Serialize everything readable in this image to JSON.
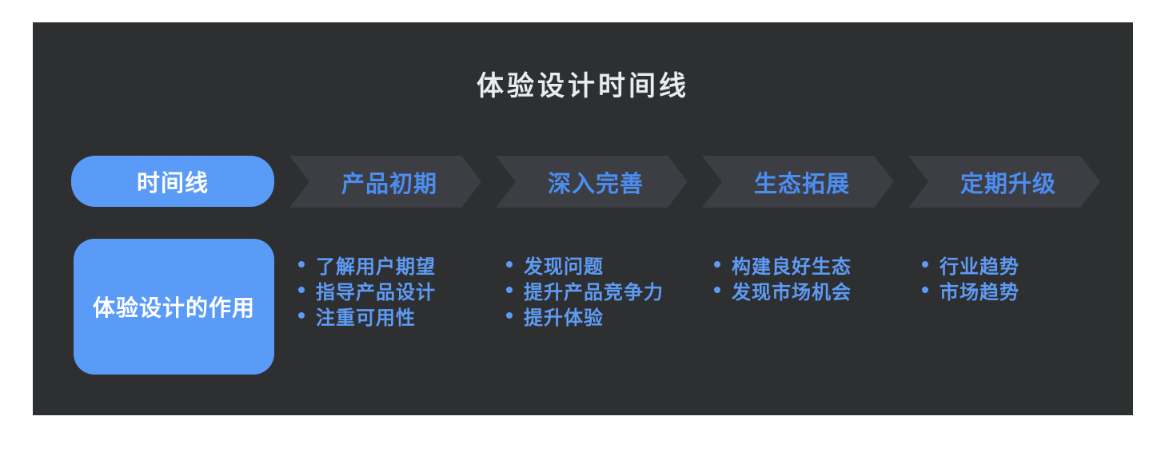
{
  "title": "体验设计时间线",
  "legend": {
    "timeline_label": "时间线",
    "role_label": "体验设计的作用"
  },
  "stages": [
    {
      "label": "产品初期",
      "items": [
        "了解用户期望",
        "指导产品设计",
        "注重可用性"
      ]
    },
    {
      "label": "深入完善",
      "items": [
        "发现问题",
        "提升产品竞争力",
        "提升体验"
      ]
    },
    {
      "label": "生态拓展",
      "items": [
        "构建良好生态",
        "发现市场机会"
      ]
    },
    {
      "label": "定期升级",
      "items": [
        "行业趋势",
        "市场趋势"
      ]
    }
  ],
  "colors": {
    "panel_bg": "#2e2f31",
    "chevron_bg": "#3c3e43",
    "accent_blue": "#5a9bf8",
    "stage_text_blue": "#4c8df1",
    "bullet_text_blue": "#5e9bf4",
    "title_text": "#e9ebee"
  }
}
